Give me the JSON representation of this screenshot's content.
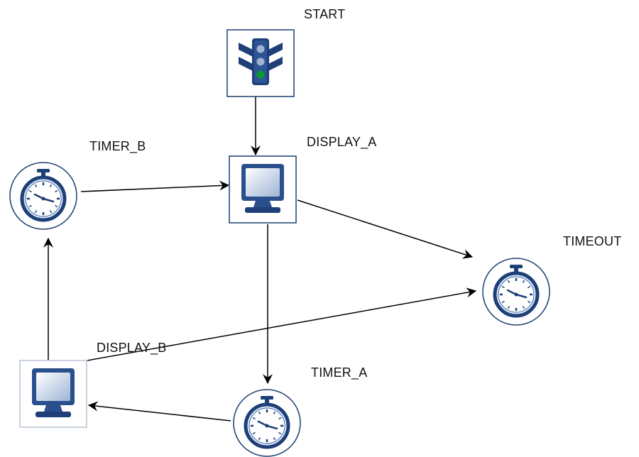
{
  "diagram": {
    "colors": {
      "background": "#ffffff",
      "node_border": "#1c3f6e",
      "node_fill": "#ffffff",
      "icon_dark": "#1e3f78",
      "icon_mid": "#3a64a8",
      "icon_light": "#dfe9f7",
      "edge": "#000000",
      "light_green": "#0a9a2a",
      "light_off": "#9fb3cf"
    },
    "nodes": [
      {
        "id": "start",
        "label": "START",
        "kind": "traffic-light"
      },
      {
        "id": "display_a",
        "label": "DISPLAY_A",
        "kind": "display"
      },
      {
        "id": "timer_b",
        "label": "TIMER_B",
        "kind": "timer"
      },
      {
        "id": "timeout",
        "label": "TIMEOUT",
        "kind": "timer"
      },
      {
        "id": "display_b",
        "label": "DISPLAY_B",
        "kind": "display"
      },
      {
        "id": "timer_a",
        "label": "TIMER_A",
        "kind": "timer"
      }
    ],
    "edges": [
      {
        "from": "start",
        "to": "display_a"
      },
      {
        "from": "timer_b",
        "to": "display_a"
      },
      {
        "from": "display_a",
        "to": "timeout"
      },
      {
        "from": "display_a",
        "to": "timer_a"
      },
      {
        "from": "display_b",
        "to": "timeout"
      },
      {
        "from": "display_b",
        "to": "timer_b"
      },
      {
        "from": "timer_a",
        "to": "display_b"
      }
    ]
  }
}
